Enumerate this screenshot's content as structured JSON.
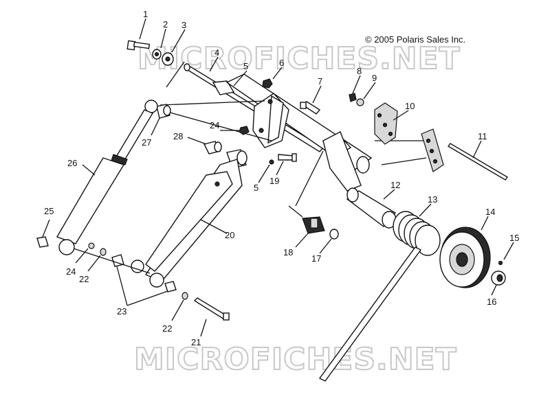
{
  "copyright": "© 2005 Polaris Sales Inc.",
  "watermark_top": "MICROFICHES.NET",
  "watermark_bottom": "MICROFICHES.NET",
  "callouts": {
    "c1": "1",
    "c2": "2",
    "c3": "3",
    "c4": "4",
    "c5a": "5",
    "c5b": "5",
    "c6": "6",
    "c7": "7",
    "c8": "8",
    "c9": "9",
    "c10": "10",
    "c11": "11",
    "c12": "12",
    "c13": "13",
    "c14": "14",
    "c15": "15",
    "c16": "16",
    "c17": "17",
    "c18": "18",
    "c19": "19",
    "c20": "20",
    "c21": "21",
    "c22a": "22",
    "c22b": "22",
    "c23": "23",
    "c24a": "24",
    "c24b": "24",
    "c25": "25",
    "c26": "26",
    "c27": "27",
    "c28": "28"
  }
}
